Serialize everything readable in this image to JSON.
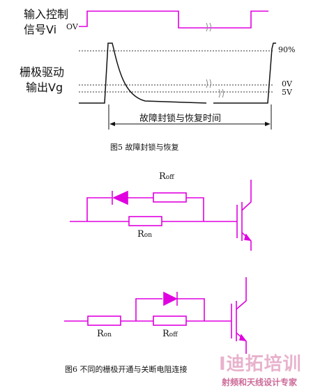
{
  "fig5": {
    "input_label_line1": "输入控制",
    "input_label_line2": "信号Vi",
    "ov_label": "OV",
    "gate_label_line1": "栅极驱动",
    "gate_label_line2": "输出Vg",
    "pct_label": "90%",
    "zero_v_label": "0V",
    "five_v_label": "5V",
    "span_label": "故障封锁与恢复时间",
    "caption": "图5 故障封锁与恢复"
  },
  "fig6": {
    "top_roff": "R",
    "top_roff_sub": "off",
    "top_ron": "R",
    "top_ron_sub": "on",
    "bot_ron": "R",
    "bot_ron_sub": "on",
    "bot_roff": "R",
    "bot_roff_sub": "off",
    "caption": "图6 不同的栅极开通与关断电阻连接"
  },
  "watermark": {
    "brand": "Ⅰ迪拓培训",
    "tagline": "射频和天线设计专家"
  },
  "colors": {
    "wire": "#e000e0",
    "ink": "#111111"
  }
}
